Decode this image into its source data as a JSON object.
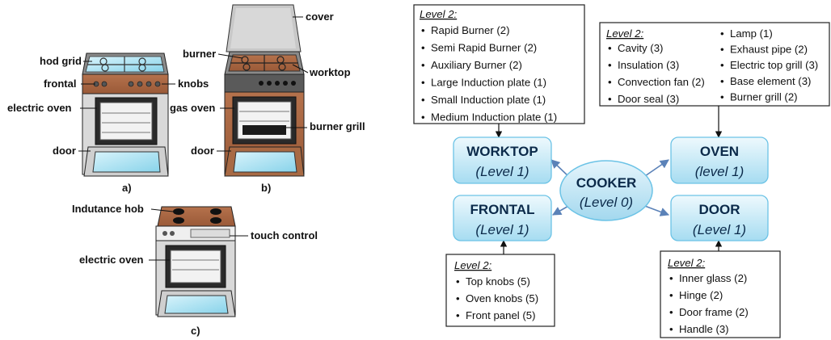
{
  "left_figure": {
    "oven_a": {
      "caption": "a)",
      "labels": {
        "hod_grid": "hod grid",
        "frontal": "frontal",
        "knobs": "knobs",
        "electric_oven": "electric oven",
        "door": "door"
      }
    },
    "oven_b": {
      "caption": "b)",
      "labels": {
        "cover": "cover",
        "burner": "burner",
        "worktop": "worktop",
        "gas_oven": "gas oven",
        "burner_grill": "burner grill",
        "door": "door"
      }
    },
    "oven_c": {
      "caption": "c)",
      "labels": {
        "indutance_hob": "Indutance hob",
        "touch_control": "touch control",
        "electric_oven": "electric oven"
      }
    }
  },
  "hierarchy": {
    "root": {
      "title": "COOKER",
      "level": "(Level 0)"
    },
    "nodes": {
      "worktop": {
        "title": "WORKTOP",
        "level": "(Level 1)"
      },
      "frontal": {
        "title": "FRONTAL",
        "level": "(Level 1)"
      },
      "oven": {
        "title": "OVEN",
        "level": "(level 1)"
      },
      "door": {
        "title": "DOOR",
        "level": "(Level 1)"
      }
    },
    "boxes": {
      "worktop": {
        "heading": "Level 2:",
        "items": [
          "Rapid Burner (2)",
          "Semi Rapid Burner (2)",
          "Auxiliary Burner (2)",
          "Large Induction plate (1)",
          "Small Induction plate (1)",
          "Medium Induction plate (1)"
        ]
      },
      "oven": {
        "heading": "Level 2:",
        "col1": [
          "Cavity (3)",
          "Insulation (3)",
          "Convection fan (2)",
          "Door seal (3)"
        ],
        "col2": [
          "Lamp (1)",
          "Exhaust pipe (2)",
          "Electric top grill (3)",
          "Base element (3)",
          "Burner grill (2)"
        ]
      },
      "frontal": {
        "heading": "Level 2:",
        "items": [
          "Top knobs (5)",
          "Oven knobs (5)",
          "Front panel (5)"
        ]
      },
      "door": {
        "heading": "Level 2:",
        "items": [
          "Inner glass (2)",
          "Hinge (2)",
          "Door frame (2)",
          "Handle (3)"
        ]
      }
    },
    "colors": {
      "node_fill_top": "#e9f7fc",
      "node_fill_bottom": "#a9ddf0",
      "node_stroke": "#6cc3e6",
      "arrow": "#5b82b8"
    }
  }
}
